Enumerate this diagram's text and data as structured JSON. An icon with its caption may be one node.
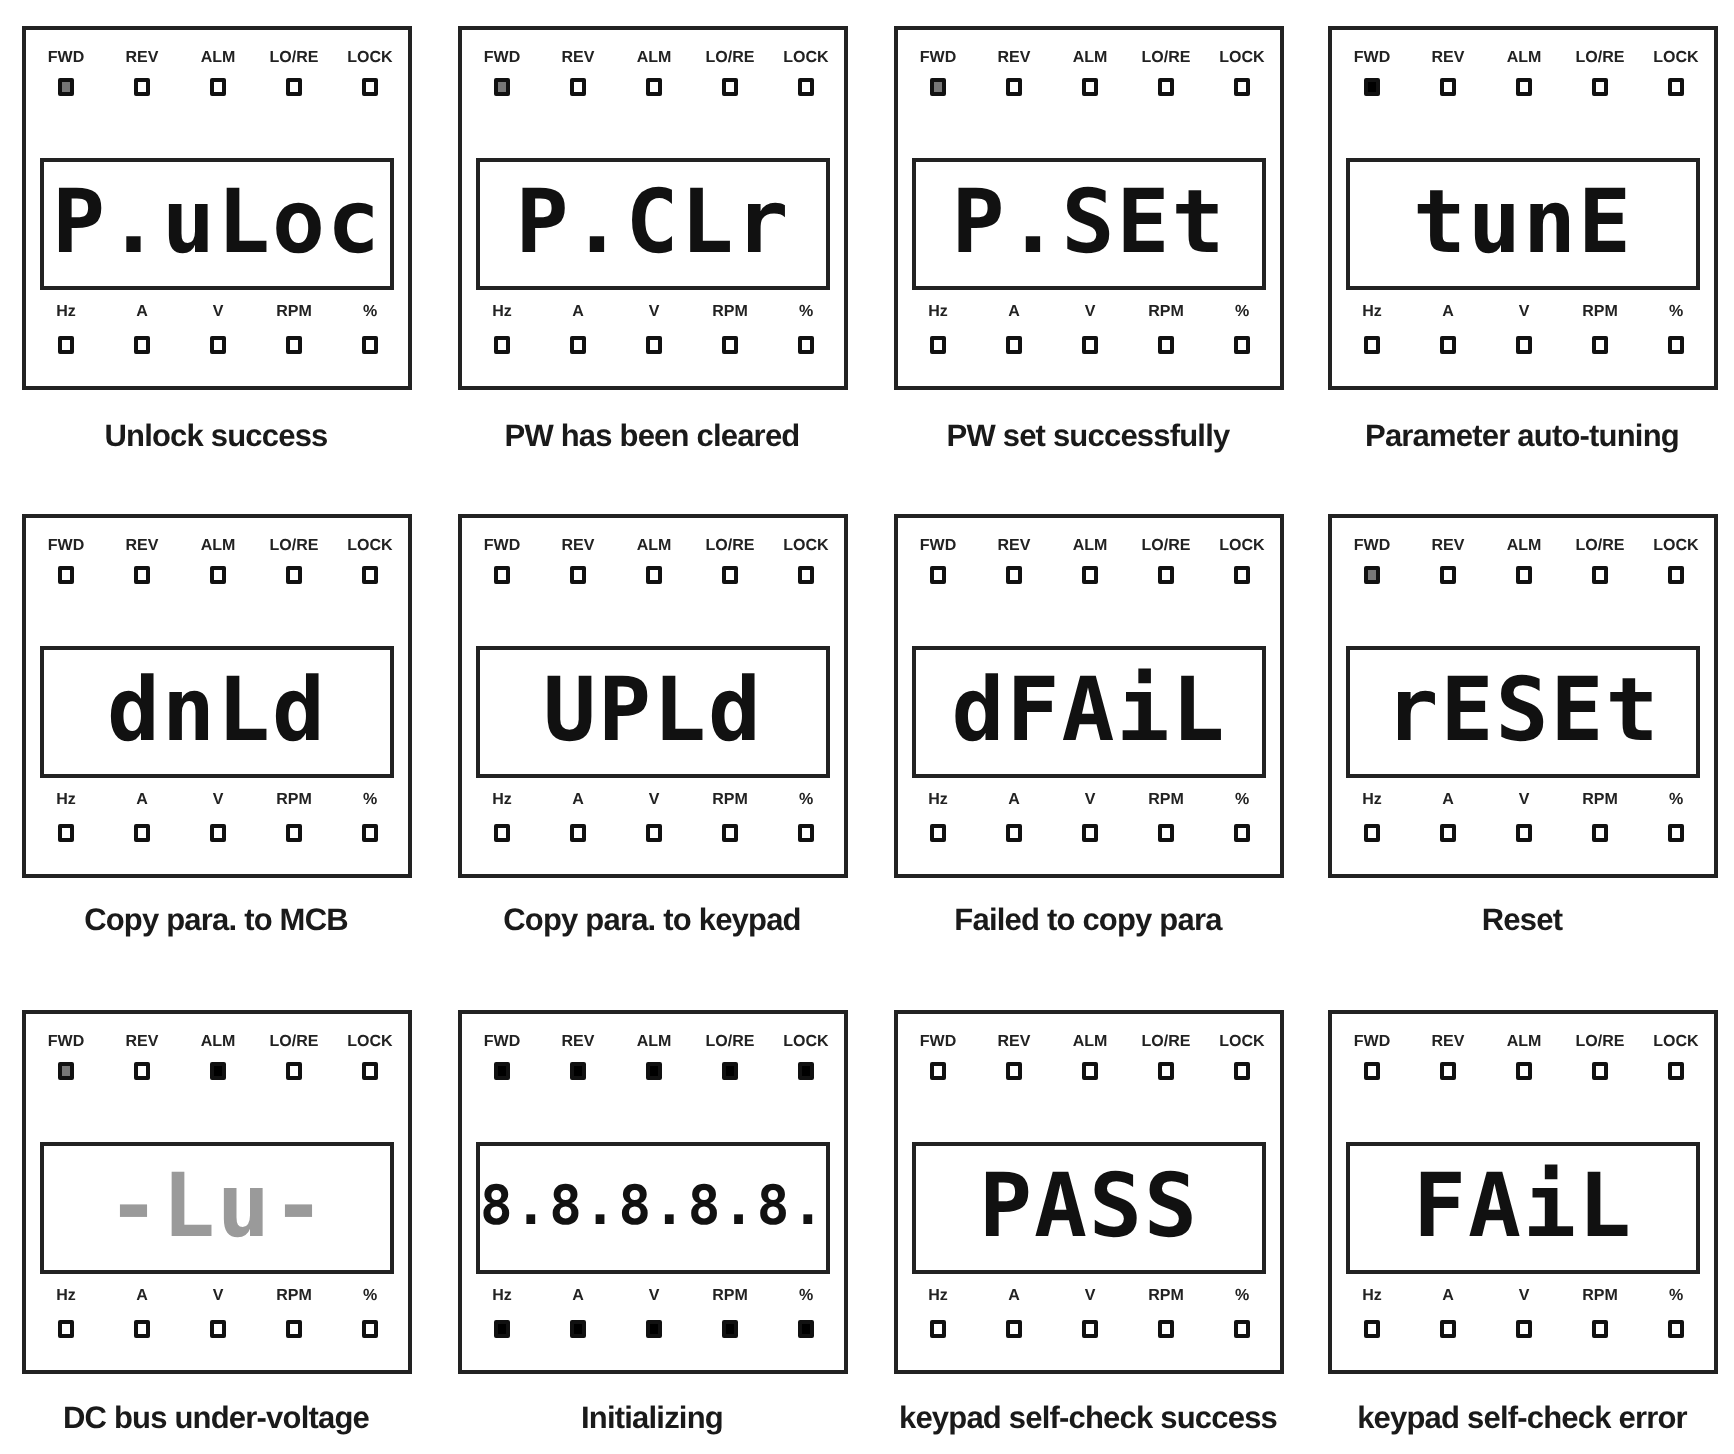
{
  "diagram": {
    "nodes": [
      {
        "text": [
          "FWD",
          "REV",
          "ALM",
          "LO/RE",
          "LOCK",
          "P.uLoc",
          "Hz",
          "A",
          "V",
          "RPM",
          "%"
        ],
        "beside": [
          "Unlock success"
        ]
      },
      {
        "text": [
          "FWD",
          "REV",
          "ALM",
          "LO/RE",
          "LOCK",
          "P.CLr",
          "Hz",
          "A",
          "V",
          "RPM",
          "%"
        ],
        "beside": [
          "PW has been cleared"
        ]
      },
      {
        "text": [
          "FWD",
          "REV",
          "ALM",
          "LO/RE",
          "LOCK",
          "P.SEt",
          "Hz",
          "A",
          "V",
          "RPM",
          "%"
        ],
        "beside": [
          "PW set successfully"
        ]
      },
      {
        "text": [
          "FWD",
          "REV",
          "ALM",
          "LO/RE",
          "LOCK",
          "tunE",
          "Hz",
          "A",
          "V",
          "RPM",
          "%"
        ],
        "beside": [
          "Parameter auto-tuning"
        ]
      },
      {
        "text": [
          "FWD",
          "REV",
          "ALM",
          "LO/RE",
          "LOCK",
          "dnLd",
          "Hz",
          "A",
          "V",
          "RPM",
          "%"
        ],
        "beside": [
          "Copy para. to MCB"
        ]
      },
      {
        "text": [
          "FWD",
          "REV",
          "ALM",
          "LO/RE",
          "LOCK",
          "UPLd",
          "Hz",
          "A",
          "V",
          "RPM",
          "%"
        ],
        "beside": [
          "Copy para. to keypad"
        ]
      },
      {
        "text": [
          "FWD",
          "REV",
          "ALM",
          "LO/RE",
          "LOCK",
          "dFAiL",
          "Hz",
          "A",
          "V",
          "RPM",
          "%"
        ],
        "beside": [
          "Failed to copy para"
        ]
      },
      {
        "text": [
          "FWD",
          "REV",
          "ALM",
          "LO/RE",
          "LOCK",
          "rESEt",
          "Hz",
          "A",
          "V",
          "RPM",
          "%"
        ],
        "beside": [
          "Reset"
        ]
      },
      {
        "text": [
          "FWD",
          "REV",
          "ALM",
          "LO/RE",
          "LOCK",
          "-Lu-",
          "Hz",
          "A",
          "V",
          "RPM",
          "%"
        ],
        "beside": [
          "DC bus under-voltage"
        ]
      },
      {
        "text": [
          "FWD",
          "REV",
          "ALM",
          "LO/RE",
          "LOCK",
          "8.8.8.8.8.",
          "Hz",
          "A",
          "V",
          "RPM",
          "%"
        ],
        "beside": [
          "Initializing"
        ]
      },
      {
        "text": [
          "FWD",
          "REV",
          "ALM",
          "LO/RE",
          "LOCK",
          "PASS",
          "Hz",
          "A",
          "V",
          "RPM",
          "%"
        ],
        "beside": [
          "keypad self-check success"
        ]
      },
      {
        "text": [
          "FWD",
          "REV",
          "ALM",
          "LO/RE",
          "LOCK",
          "FAiL",
          "Hz",
          "A",
          "V",
          "RPM",
          "%"
        ],
        "beside": [
          "keypad self-check error"
        ]
      }
    ]
  }
}
